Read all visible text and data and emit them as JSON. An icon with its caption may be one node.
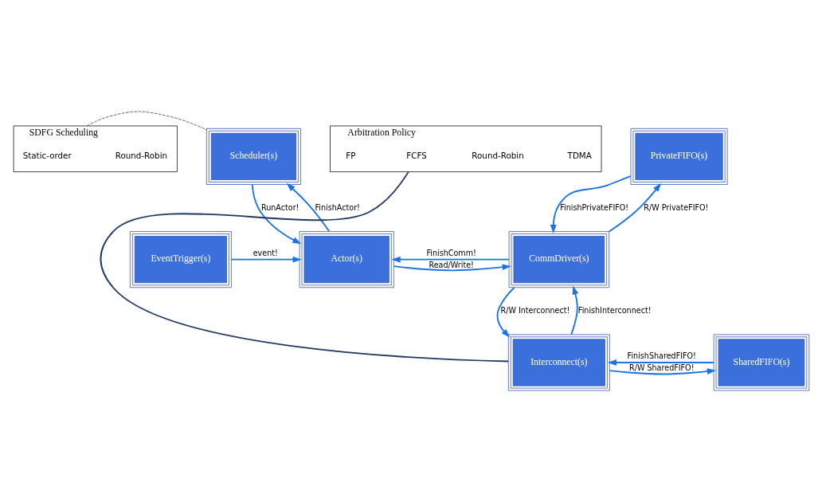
{
  "diagram": {
    "nodes": [
      {
        "text": [
          "SDFG Scheduling"
        ]
      },
      {
        "text": [
          "Round-Robin"
        ],
        "in": 0
      },
      {
        "text": [
          "Static-order"
        ],
        "in": 0
      },
      {
        "text": [
          "Scheduler(s)"
        ]
      },
      {
        "text": [
          "PrivateFIFO(s)"
        ]
      },
      {
        "text": [
          "EventTrigger(s)"
        ]
      },
      {
        "text": [
          "Actor(s)"
        ]
      },
      {
        "text": [
          "CommDriver(s)"
        ]
      },
      {
        "text": [
          "Arbitration Policy"
        ]
      },
      {
        "text": [
          "TDMA"
        ],
        "in": 8
      },
      {
        "text": [
          "Round-Robin"
        ],
        "in": 8
      },
      {
        "text": [
          "FCFS"
        ],
        "in": 8
      },
      {
        "text": [
          "FP"
        ],
        "in": 8
      },
      {
        "text": [
          "Interconnect(s)"
        ]
      },
      {
        "text": [
          "SharedFIFO(s)"
        ]
      }
    ],
    "edges": [
      {
        "from": 0,
        "to": 3,
        "arrow": "none",
        "style": "dashed",
        "color": "#1f3864"
      },
      {
        "from": 6,
        "to": 3,
        "arrow": "to",
        "label": "FinishActor!"
      },
      {
        "from": 3,
        "to": 6,
        "arrow": "to",
        "label": "RunActor!"
      },
      {
        "from": 4,
        "to": 7,
        "arrow": "to",
        "label": "FinishPrivateFIFO!"
      },
      {
        "from": 7,
        "to": 4,
        "arrow": "to",
        "label": "R/W PrivateFIFO!"
      },
      {
        "from": 5,
        "to": 6,
        "arrow": "to",
        "label": "event!"
      },
      {
        "from": 7,
        "to": 6,
        "arrow": "to",
        "label": "FinishComm!"
      },
      {
        "from": 6,
        "to": 7,
        "arrow": "to",
        "label": "Read/Write!"
      },
      {
        "from": 7,
        "to": 13,
        "arrow": "to",
        "label": "R/W Interconnect!"
      },
      {
        "from": 13,
        "to": 7,
        "arrow": "to",
        "label": "FinishInterconnect!"
      },
      {
        "from": 13,
        "to": 14,
        "arrow": "to",
        "label": "R/W SharedFIFO!"
      },
      {
        "from": 14,
        "to": 13,
        "arrow": "to",
        "label": "FinishSharedFIFO!"
      },
      {
        "from": 8,
        "to": 13,
        "arrow": "none",
        "color": "#1f3864"
      }
    ]
  }
}
